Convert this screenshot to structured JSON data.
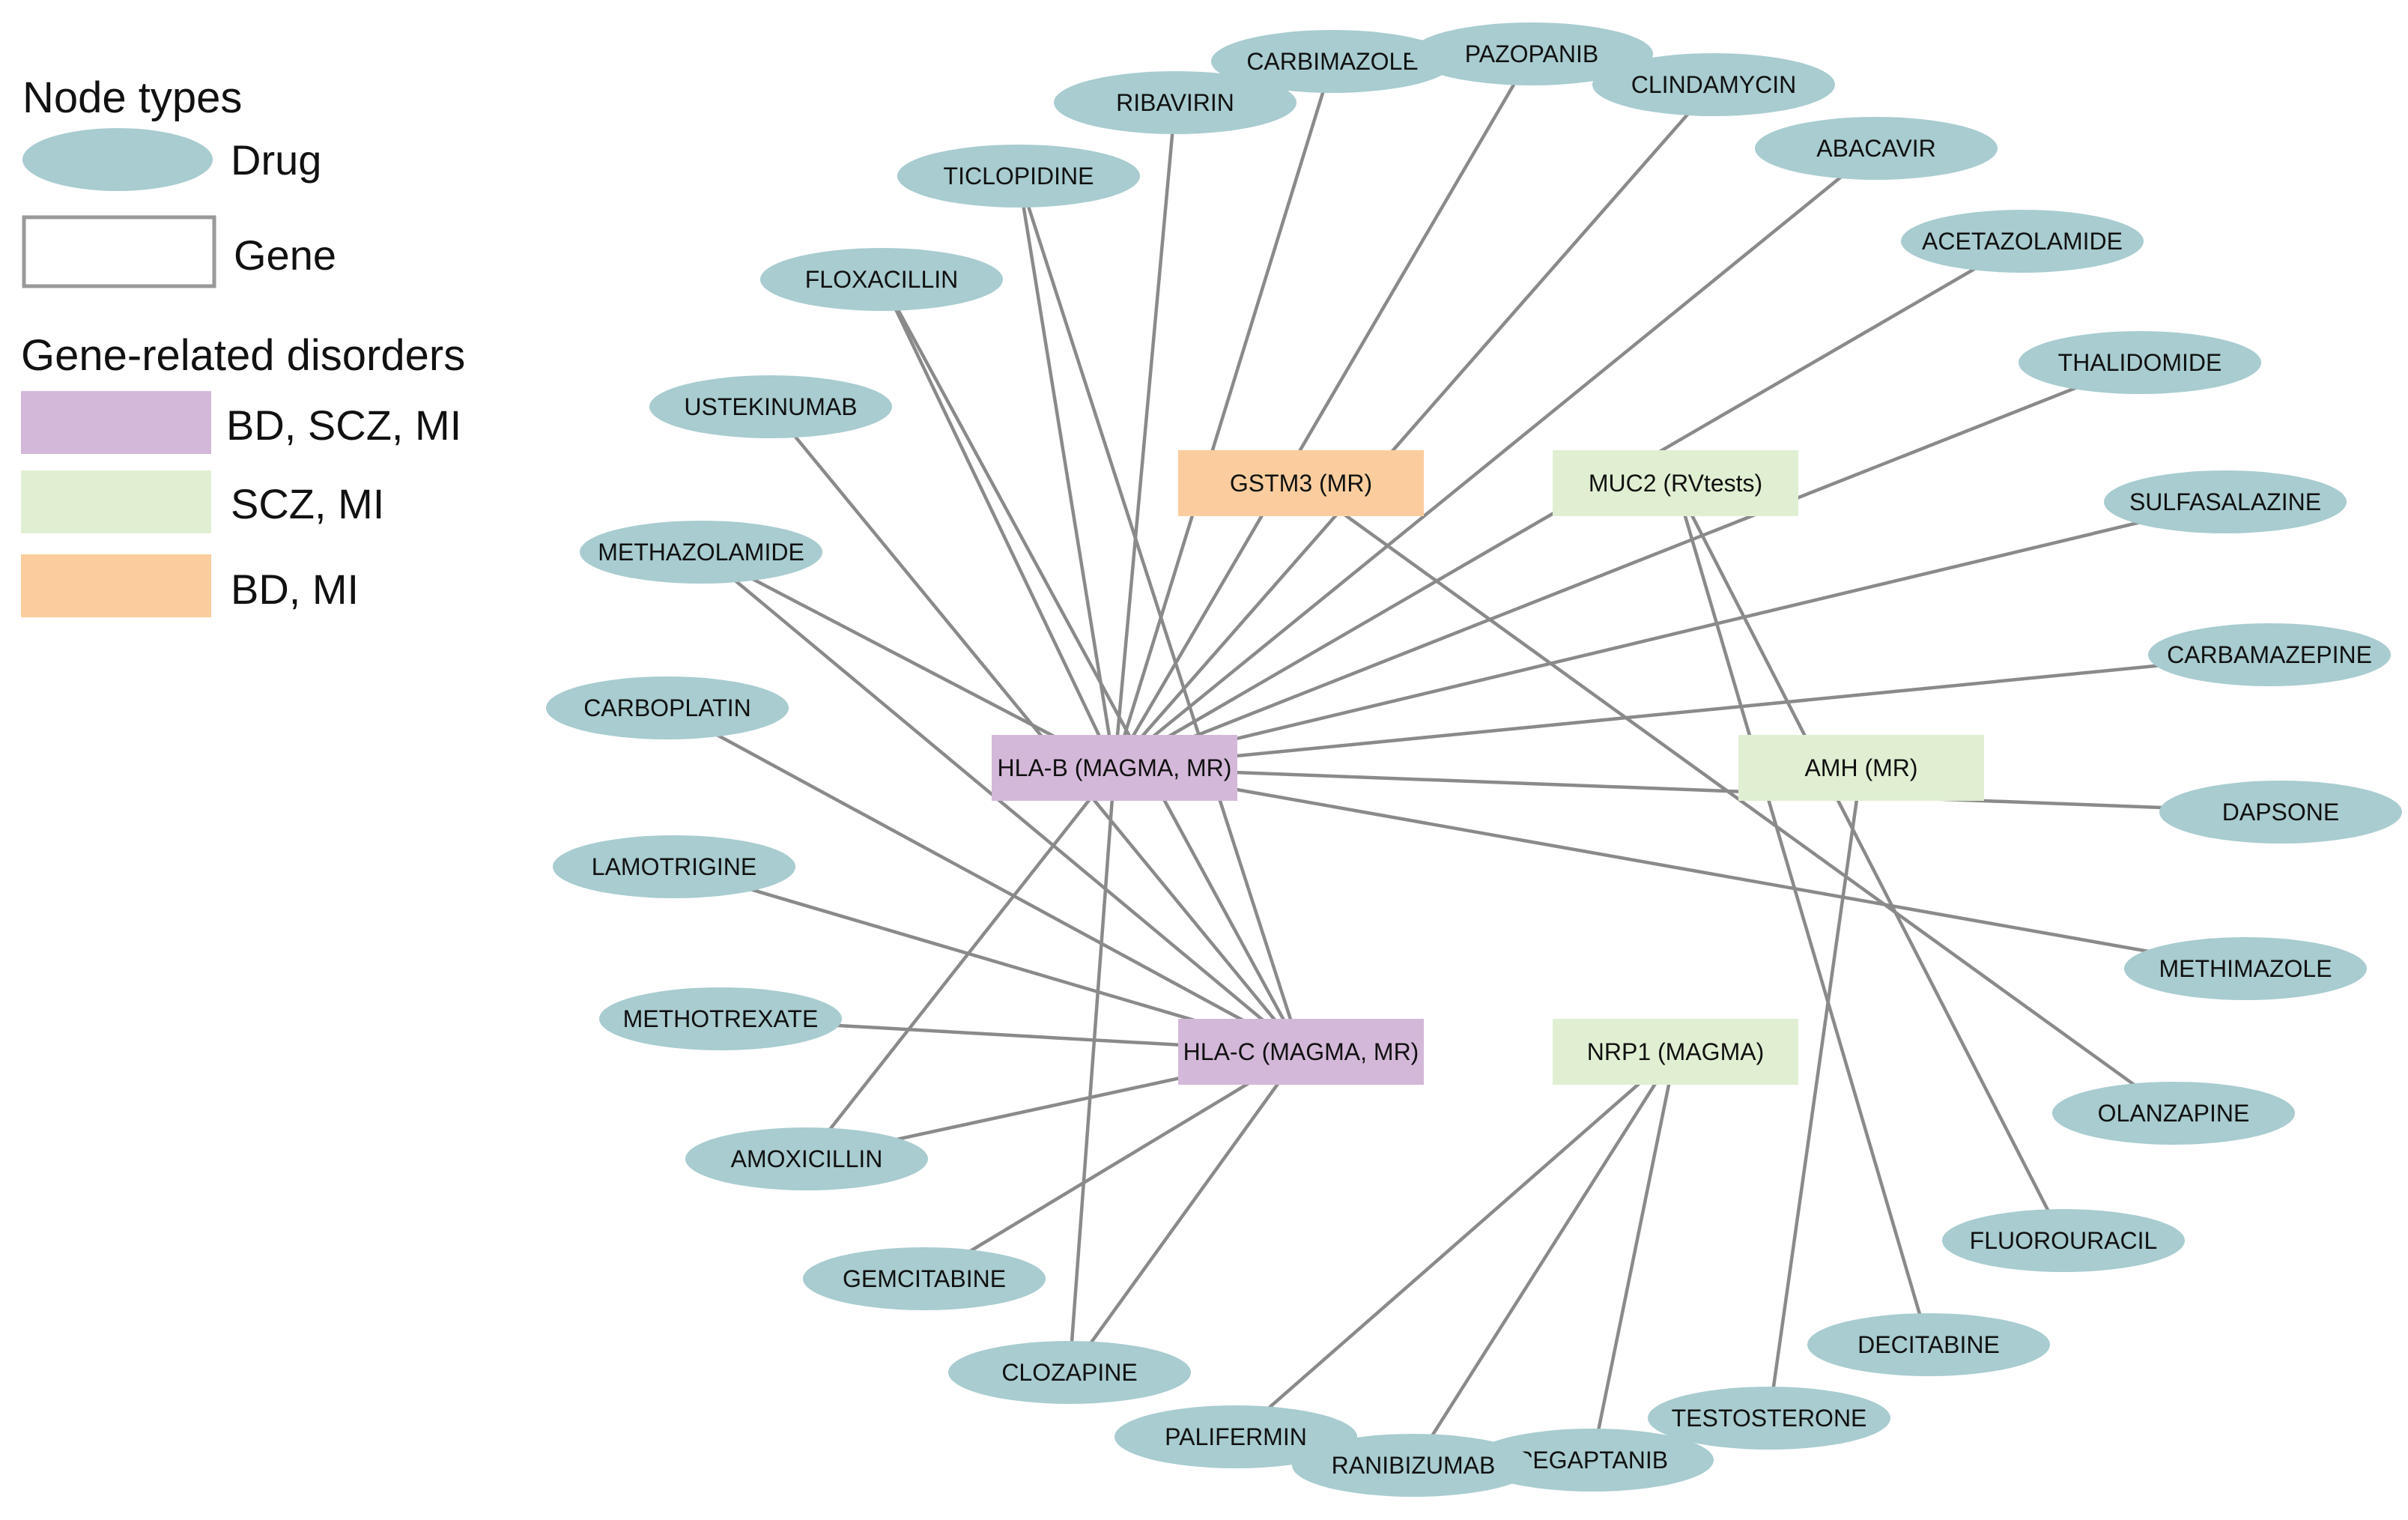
{
  "colors": {
    "drug": "#a8ccd0",
    "gene_bd_scz_mi": "#d4b8d9",
    "gene_scz_mi": "#e0efd2",
    "gene_bd_mi": "#fbcd9e",
    "gene_outline": "#999999",
    "edge": "#8a8a8a"
  },
  "legend": {
    "node_types_title": "Node types",
    "drug_label": "Drug",
    "gene_label": "Gene",
    "disorders_title": "Gene-related disorders",
    "bd_scz_mi_label": "BD, SCZ, MI",
    "scz_mi_label": "SCZ, MI",
    "bd_mi_label": "BD, MI"
  },
  "genes": [
    {
      "id": "hla_b",
      "label": "HLA-B (MAGMA, MR)",
      "group": "bd_scz_mi"
    },
    {
      "id": "hla_c",
      "label": "HLA-C (MAGMA, MR)",
      "group": "bd_scz_mi"
    },
    {
      "id": "gstm3",
      "label": "GSTM3 (MR)",
      "group": "bd_mi"
    },
    {
      "id": "muc2",
      "label": "MUC2 (RVtests)",
      "group": "scz_mi"
    },
    {
      "id": "amh",
      "label": "AMH (MR)",
      "group": "scz_mi"
    },
    {
      "id": "nrp1",
      "label": "NRP1 (MAGMA)",
      "group": "scz_mi"
    }
  ],
  "drugs": [
    {
      "id": "carbimazole",
      "label": "CARBIMAZOLE"
    },
    {
      "id": "pazopanib",
      "label": "PAZOPANIB"
    },
    {
      "id": "clindamycin",
      "label": "CLINDAMYCIN"
    },
    {
      "id": "ribavirin",
      "label": "RIBAVIRIN"
    },
    {
      "id": "abacavir",
      "label": "ABACAVIR"
    },
    {
      "id": "ticlopidine",
      "label": "TICLOPIDINE"
    },
    {
      "id": "acetazolamide",
      "label": "ACETAZOLAMIDE"
    },
    {
      "id": "floxacillin",
      "label": "FLOXACILLIN"
    },
    {
      "id": "thalidomide",
      "label": "THALIDOMIDE"
    },
    {
      "id": "ustekinumab",
      "label": "USTEKINUMAB"
    },
    {
      "id": "sulfasalazine",
      "label": "SULFASALAZINE"
    },
    {
      "id": "methazolamide",
      "label": "METHAZOLAMIDE"
    },
    {
      "id": "carbamazepine",
      "label": "CARBAMAZEPINE"
    },
    {
      "id": "carboplatin",
      "label": "CARBOPLATIN"
    },
    {
      "id": "dapsone",
      "label": "DAPSONE"
    },
    {
      "id": "lamotrigine",
      "label": "LAMOTRIGINE"
    },
    {
      "id": "methimazole",
      "label": "METHIMAZOLE"
    },
    {
      "id": "methotrexate",
      "label": "METHOTREXATE"
    },
    {
      "id": "olanzapine",
      "label": "OLANZAPINE"
    },
    {
      "id": "amoxicillin",
      "label": "AMOXICILLIN"
    },
    {
      "id": "fluorouracil",
      "label": "FLUOROURACIL"
    },
    {
      "id": "gemcitabine",
      "label": "GEMCITABINE"
    },
    {
      "id": "decitabine",
      "label": "DECITABINE"
    },
    {
      "id": "clozapine",
      "label": "CLOZAPINE"
    },
    {
      "id": "testosterone",
      "label": "TESTOSTERONE"
    },
    {
      "id": "palifermin",
      "label": "PALIFERMIN"
    },
    {
      "id": "pegaptanib",
      "label": "PEGAPTANIB"
    },
    {
      "id": "ranibizumab",
      "label": "RANIBIZUMAB"
    }
  ],
  "edges": [
    [
      "hla_b",
      "carbimazole"
    ],
    [
      "hla_b",
      "pazopanib"
    ],
    [
      "hla_b",
      "clindamycin"
    ],
    [
      "hla_b",
      "ribavirin"
    ],
    [
      "hla_b",
      "abacavir"
    ],
    [
      "hla_b",
      "ticlopidine"
    ],
    [
      "hla_b",
      "acetazolamide"
    ],
    [
      "hla_b",
      "floxacillin"
    ],
    [
      "hla_b",
      "thalidomide"
    ],
    [
      "hla_b",
      "sulfasalazine"
    ],
    [
      "hla_b",
      "methazolamide"
    ],
    [
      "hla_b",
      "carbamazepine"
    ],
    [
      "hla_b",
      "dapsone"
    ],
    [
      "hla_b",
      "methimazole"
    ],
    [
      "hla_b",
      "amoxicillin"
    ],
    [
      "hla_b",
      "clozapine"
    ],
    [
      "hla_c",
      "ticlopidine"
    ],
    [
      "hla_c",
      "floxacillin"
    ],
    [
      "hla_c",
      "ustekinumab"
    ],
    [
      "hla_c",
      "methazolamide"
    ],
    [
      "hla_c",
      "carboplatin"
    ],
    [
      "hla_c",
      "lamotrigine"
    ],
    [
      "hla_c",
      "methotrexate"
    ],
    [
      "hla_c",
      "amoxicillin"
    ],
    [
      "hla_c",
      "gemcitabine"
    ],
    [
      "hla_c",
      "clozapine"
    ],
    [
      "gstm3",
      "olanzapine"
    ],
    [
      "muc2",
      "decitabine"
    ],
    [
      "muc2",
      "fluorouracil"
    ],
    [
      "amh",
      "testosterone"
    ],
    [
      "nrp1",
      "palifermin"
    ],
    [
      "nrp1",
      "ranibizumab"
    ],
    [
      "nrp1",
      "pegaptanib"
    ]
  ]
}
